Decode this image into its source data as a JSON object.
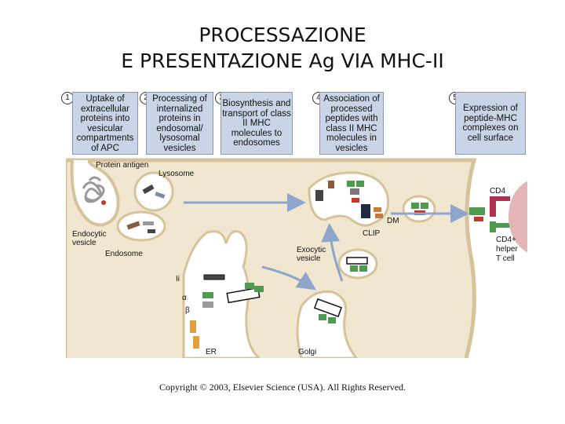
{
  "title": {
    "line1": "PROCESSAZIONE",
    "line2": "E PRESENTAZIONE Ag VIA MHC-II"
  },
  "steps": [
    {
      "number": "1",
      "text": "Uptake of extracellular proteins into vesicular compartments of APC"
    },
    {
      "number": "2",
      "text": "Processing of internalized proteins in endosomal/ lysosomal vesicles"
    },
    {
      "number": "3",
      "text": "Biosynthesis and transport of class II MHC molecules to endosomes"
    },
    {
      "number": "4",
      "text": "Association of processed peptides with class II MHC molecules in vesicles"
    },
    {
      "number": "5",
      "text": "Expression of peptide-MHC complexes on cell surface"
    }
  ],
  "labels": {
    "protein_antigen": "Protein antigen",
    "lysosome": "Lysosome",
    "endocytic_vesicle_1": "Endocytic",
    "endocytic_vesicle_2": "vesicle",
    "endosome": "Endosome",
    "cd4": "CD4",
    "dm": "DM",
    "clip": "CLIP",
    "exocytic_vesicle_1": "Exocytic",
    "exocytic_vesicle_2": "vesicle",
    "ii": "Ii",
    "alpha": "α",
    "beta": "β",
    "er": "ER",
    "golgi": "Golgi",
    "cd4_helper_1": "CD4+",
    "cd4_helper_2": "helper",
    "cd4_helper_3": "T cell"
  },
  "copyright": "Copyright © 2003, Elsevier Science (USA). All Rights Reserved.",
  "colors": {
    "step_box": "#c9d4e6",
    "cell_bg": "#f1e6cf",
    "membrane": "#d7c39b",
    "arrow": "#8ea6cc",
    "mhc_green": "#4f9a4f",
    "peptide": "#c0392b",
    "tcell": "#e3b5b5"
  }
}
